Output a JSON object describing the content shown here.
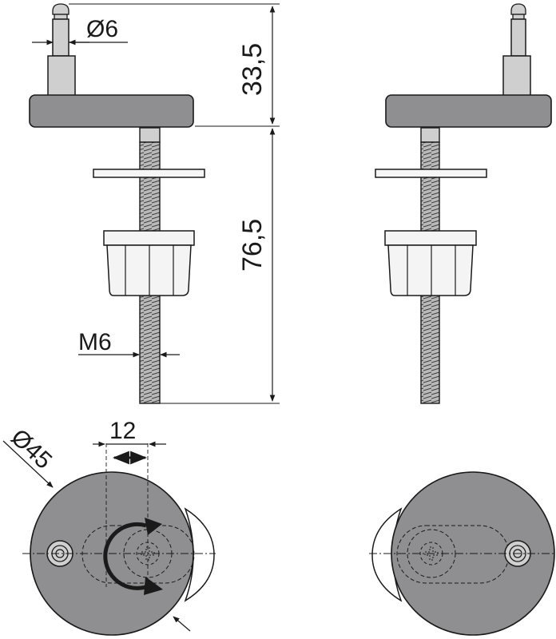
{
  "dimensions": {
    "pin_diameter": "Ø6",
    "pin_height": "33,5",
    "bolt_length": "76,5",
    "thread": "M6",
    "slot_offset": "12",
    "base_diameter": "Ø45"
  },
  "colors": {
    "line": "#1a1a1a",
    "cap_fill": "#8f8f91",
    "thread_fill": "#b9b9ba",
    "pin_fill": "#cfcfd0",
    "nut_fill": "#f4f4f4",
    "base_fill": "#8f8f91"
  }
}
